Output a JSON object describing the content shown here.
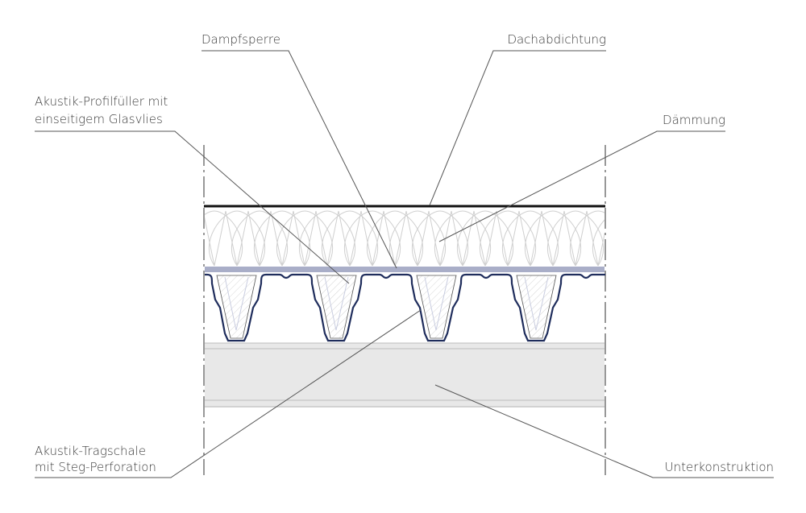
{
  "labels": {
    "dampfsperre": "Dampfsperre",
    "dachabdichtung": "Dachabdichtung",
    "profilfueller_line1": "Akustik-Profilfüller mit",
    "profilfueller_line2": "einseitigem Glasvlies",
    "daemmung": "Dämmung",
    "tragschale_line1": "Akustik-Tragschale",
    "tragschale_line2": "mit Steg-Perforation",
    "unterkonstruktion": "Unterkonstruktion"
  },
  "colors": {
    "leader": "#555555",
    "membrane": "#111111",
    "vapor_barrier": "#a9aec8",
    "profile": "#1f2d5c",
    "substructure": "#e8e8e8",
    "insulation_lines": "#cfcfcf"
  }
}
